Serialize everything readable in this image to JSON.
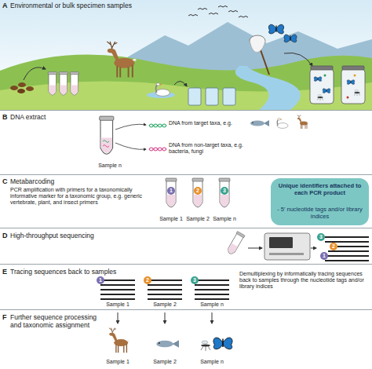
{
  "diagram": {
    "nodes": [
      {
        "text": [
          "A",
          "Environmental or bulk specimen samples"
        ]
      },
      {
        "text": [
          "B",
          "DNA extract",
          "DNA from target taxa, e.g.",
          "DNA from non-target taxa, e.g. bacteria, fungi"
        ]
      },
      {
        "text": [
          "C",
          "Metabarcoding",
          "PCR amplification with primers for a taxonomically informative marker for a taxonomic group, e.g. generic vertebrate, plant, and insect primers"
        ]
      },
      {
        "text": [
          "Unique identifiers attached to each PCR product",
          "- 5' nucleotide tags and/or library indices"
        ],
        "in": 2
      },
      {
        "text": [
          "D",
          "High-throughput sequencing"
        ]
      },
      {
        "text": [
          "E",
          "Tracing sequences back to samples",
          "Demultiplexing by informatically tracing sequences back to samples through the nucleotide tags and/or library indices"
        ]
      },
      {
        "text": [
          "F",
          "Further sequence processing and taxonomic assignment"
        ]
      }
    ],
    "labels": [
      "Sample n",
      "Sample 1",
      "Sample 2",
      "Sample n",
      "1",
      "2",
      "3",
      "3",
      "2",
      "1",
      "1",
      "2",
      "3",
      "Sample 1",
      "Sample 2",
      "Sample n",
      "Sample 1",
      "Sample 2",
      "Sample n"
    ]
  }
}
